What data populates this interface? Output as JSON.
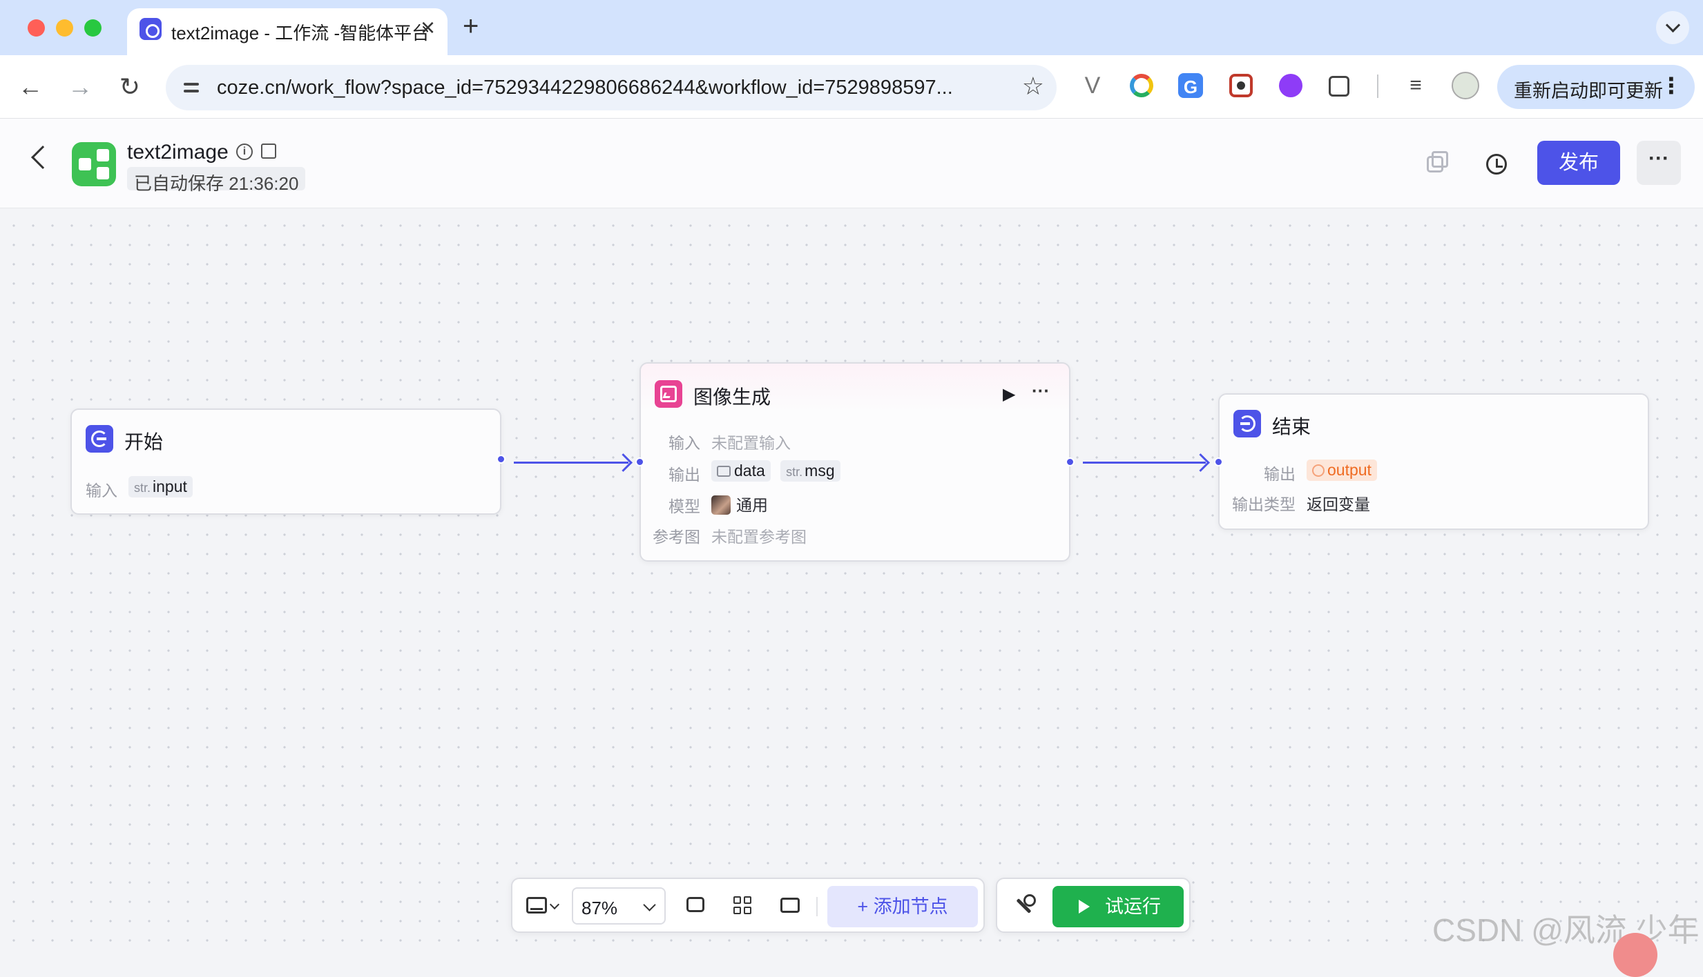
{
  "browser": {
    "tab_title": "text2image - 工作流 -智能体平台",
    "tab_close": "×",
    "new_tab": "+",
    "url": "coze.cn/work_flow?space_id=7529344229806686244&workflow_id=7529898597...",
    "update_label": "重新启动即可更新",
    "update_menu": "⋮",
    "nav_back": "←",
    "nav_forward": "→",
    "nav_reload": "↻",
    "star": "☆",
    "extensions": [
      "v-extension-icon",
      "ring-extension-icon",
      "translate-extension-icon",
      "screenshot-extension-icon",
      "purple-extension-icon",
      "puzzle-extension-icon",
      "media-control-icon",
      "profile-avatar-icon"
    ],
    "ext_v_glyph": "V",
    "ext_g_glyph": "G",
    "ext_media_glyph": "≡"
  },
  "app": {
    "title": "text2image",
    "info_glyph": "i",
    "saved_status": "已自动保存 21:36:20",
    "publish_label": "发布",
    "more_label": "···"
  },
  "nodes": {
    "start": {
      "title": "开始",
      "input_label": "输入",
      "input_type": "str.",
      "input_name": "input"
    },
    "image_gen": {
      "title": "图像生成",
      "run_glyph": "▶",
      "more_glyph": "···",
      "input_label": "输入",
      "input_value": "未配置输入",
      "output_label": "输出",
      "output_1": "data",
      "output_2_type": "str.",
      "output_2": "msg",
      "model_label": "模型",
      "model_value": "通用",
      "ref_label": "参考图",
      "ref_value": "未配置参考图"
    },
    "end": {
      "title": "结束",
      "output_label": "输出",
      "output_value": "output",
      "output_type_label": "输出类型",
      "output_type_value": "返回变量"
    }
  },
  "dock": {
    "zoom": "87%",
    "add_node_label": "+ 添加节点",
    "run_label": "试运行"
  },
  "watermark": "CSDN @风流 少年",
  "colors": {
    "brand": "#4d53e8",
    "run": "#1fb14e",
    "start_node": "#4d53e8",
    "image_node": "#e84393",
    "end_node": "#4d53e8",
    "warning": "#ef6b22"
  }
}
